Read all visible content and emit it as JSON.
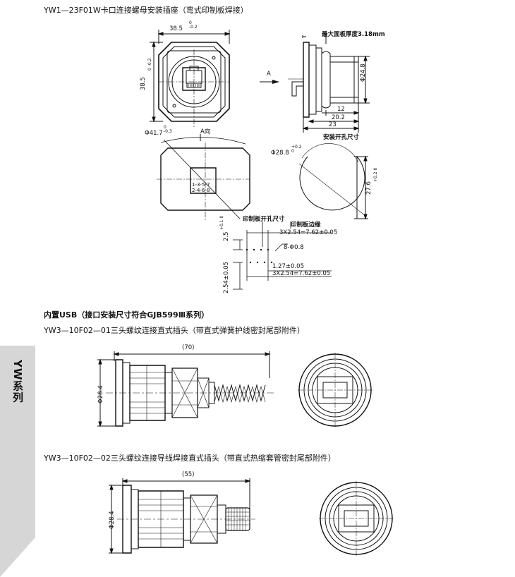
{
  "section1": {
    "title": "YW1—23F01W卡口连接螺母安装插座（弯式印制板焊接）",
    "front": {
      "width_dim": "38.5",
      "width_tol_top": "0",
      "width_tol_bottom": "-0.2",
      "height_dim": "38.5",
      "height_tol_top": "0",
      "height_tol_bottom": "-0.2"
    },
    "side": {
      "view_marker": "A",
      "panel_thickness": "最大面板厚度3.18mm",
      "diameter": "Φ24.8",
      "dim_12": "12",
      "dim_20_2": "20.2",
      "dim_23": "23",
      "cutout_caption": "安装开孔尺寸"
    },
    "a_view": {
      "label": "A向",
      "diameter": "Φ41.7",
      "tol_top": "0",
      "tol_bottom": "-0.3",
      "pin_row1": "1-3-5-7",
      "pin_row2": "2-4-6-8"
    },
    "cutout": {
      "diameter": "Φ28.8",
      "d_tol_top": "+0.2",
      "d_tol_bottom": "0",
      "flat": "27.6",
      "f_tol_top": "+0.2",
      "f_tol_bottom": "0"
    },
    "pcb": {
      "caption_hole": "印制板开孔尺寸",
      "caption_edge": "印制板边缘",
      "dim_top": "3X2.54=7.62±0.05",
      "dim_holes": "8-Φ0.8",
      "dim_127": "1.27±0.05",
      "dim_bottom": "3X2.54=7.62±0.05",
      "dim_left_top": "2.5",
      "dim_left_tol_top": "+0.1",
      "dim_left_tol_bottom": "0",
      "dim_left_bottom": "2.54±0.05"
    }
  },
  "section2": {
    "title": "内置USB（接口安装尺寸符合GJB599Ⅲ系列）",
    "item1": {
      "title": "YW3—10F02—01三头螺纹连接直式插头（带直式弹簧护线密封尾部附件）",
      "length": "(70)",
      "diameter": "Φ28.4"
    },
    "item2": {
      "title": "YW3—10F02—02三头螺纹连接导线焊接直式插头（带直式热缩套管密封尾部附件）",
      "length": "(55)",
      "diameter": "Φ28.4"
    }
  },
  "sidebar": {
    "label": "YW系列"
  },
  "colors": {
    "sidebar_bg": "#d6d6d6",
    "line": "#111111"
  }
}
